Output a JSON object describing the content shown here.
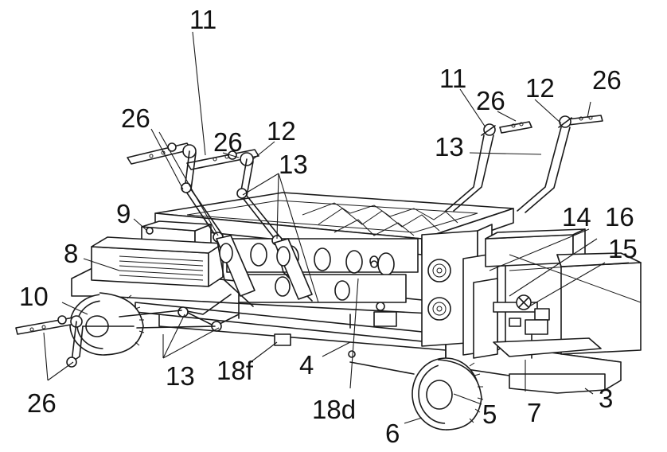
{
  "labels": {
    "l11_top": "11",
    "l26_left_top": "26",
    "l26_mid": "26",
    "l12_mid": "12",
    "l13_mid": "13",
    "l11_right": "11",
    "l26_right_a": "26",
    "l12_right": "12",
    "l26_right_b": "26",
    "l13_right": "13",
    "l9": "9",
    "l8": "8",
    "l14": "14",
    "l16": "16",
    "l15": "15",
    "l10": "10",
    "l13_bottom": "13",
    "l18f": "18f",
    "l4": "4",
    "l26_bottom": "26",
    "l18d": "18d",
    "l5": "5",
    "l7": "7",
    "l3": "3",
    "l6": "6"
  },
  "colors": {
    "ink": "#1a1a1a",
    "paper": "#ffffff"
  }
}
